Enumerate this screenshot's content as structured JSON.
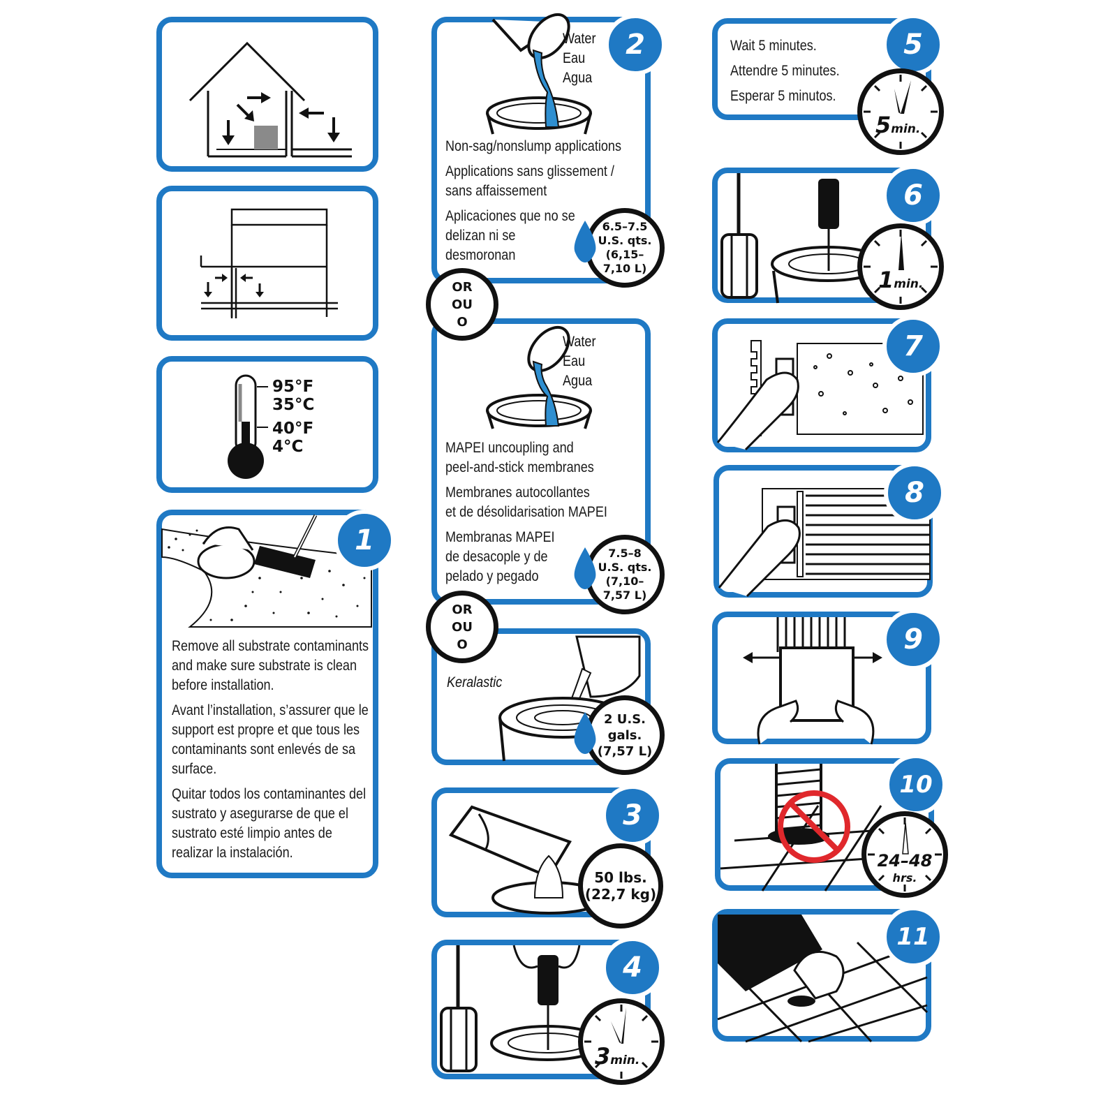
{
  "colors": {
    "accent": "#1f79c4",
    "ink": "#111111",
    "water": "#2f8fd0",
    "prohibit": "#e0282c"
  },
  "icons": {
    "indoor": "house-indoor-arrows-icon",
    "wall": "wall-floor-arrows-icon",
    "temperature": "thermometer-icon",
    "clock": "clock-icon",
    "water_drop": "water-drop-icon",
    "bucket": "bucket-icon",
    "mixer": "mixing-paddle-icon",
    "trowel": "trowel-icon",
    "prohibit": "no-traffic-icon",
    "sponge": "sponge-icon"
  },
  "temperature": {
    "high_f": "95°F",
    "high_c": "35°C",
    "low_f": "40°F",
    "low_c": "4°C"
  },
  "steps": {
    "s1": {
      "number": "1",
      "en": [
        "Remove all substrate contaminants",
        "and make sure substrate is clean",
        "before installation."
      ],
      "fr": [
        "Avant l’installation, s’assurer que le",
        "support est propre et que tous les",
        "contaminants sont enlevés de sa",
        "surface."
      ],
      "es": [
        "Quitar todos los contaminantes del",
        "sustrato y asegurarse de que el",
        "sustrato esté limpio antes de",
        "realizar la instalación."
      ]
    },
    "s2": {
      "number": "2",
      "water": [
        "Water",
        "Eau",
        "Agua"
      ],
      "option_a": {
        "en": "Non-sag/nonslump applications",
        "fr": [
          "Applications sans glissement /",
          "sans affaissement"
        ],
        "es": [
          "Aplicaciones que no se",
          "delizan ni se",
          "desmoronan"
        ],
        "qty": [
          "6.5–7.5",
          "U.S. qts.",
          "(6,15–",
          "7,10 L)"
        ]
      },
      "or": [
        "OR",
        "OU",
        "O"
      ],
      "option_b": {
        "water": [
          "Water",
          "Eau",
          "Agua"
        ],
        "en": [
          "MAPEI uncoupling and",
          "peel-and-stick membranes"
        ],
        "fr": [
          "Membranes autocollantes",
          "et de désolidarisation MAPEI"
        ],
        "es": [
          "Membranas MAPEI",
          "de desacople y de",
          "pelado y pegado"
        ],
        "qty": [
          "7.5–8",
          "U.S. qts.",
          "(7,10–",
          "7,57 L)"
        ]
      },
      "or2": [
        "OR",
        "OU",
        "O"
      ],
      "option_c": {
        "product": "Keralastic",
        "qty": [
          "2 U.S.",
          "gals.",
          "(7,57 L)"
        ]
      }
    },
    "s3": {
      "number": "3",
      "weight": [
        "50 lbs.",
        "(22,7 kg)"
      ]
    },
    "s4": {
      "number": "4",
      "time_num": "3",
      "time_unit": "min."
    },
    "s5": {
      "number": "5",
      "lines": [
        "Wait 5 minutes.",
        "Attendre 5 minutes.",
        "Esperar 5 minutos."
      ],
      "time_num": "5",
      "time_unit": "min."
    },
    "s6": {
      "number": "6",
      "time_num": "1",
      "time_unit": "min."
    },
    "s7": {
      "number": "7"
    },
    "s8": {
      "number": "8"
    },
    "s9": {
      "number": "9"
    },
    "s10": {
      "number": "10",
      "time_num": "24–48",
      "time_unit": "hrs."
    },
    "s11": {
      "number": "11"
    }
  }
}
